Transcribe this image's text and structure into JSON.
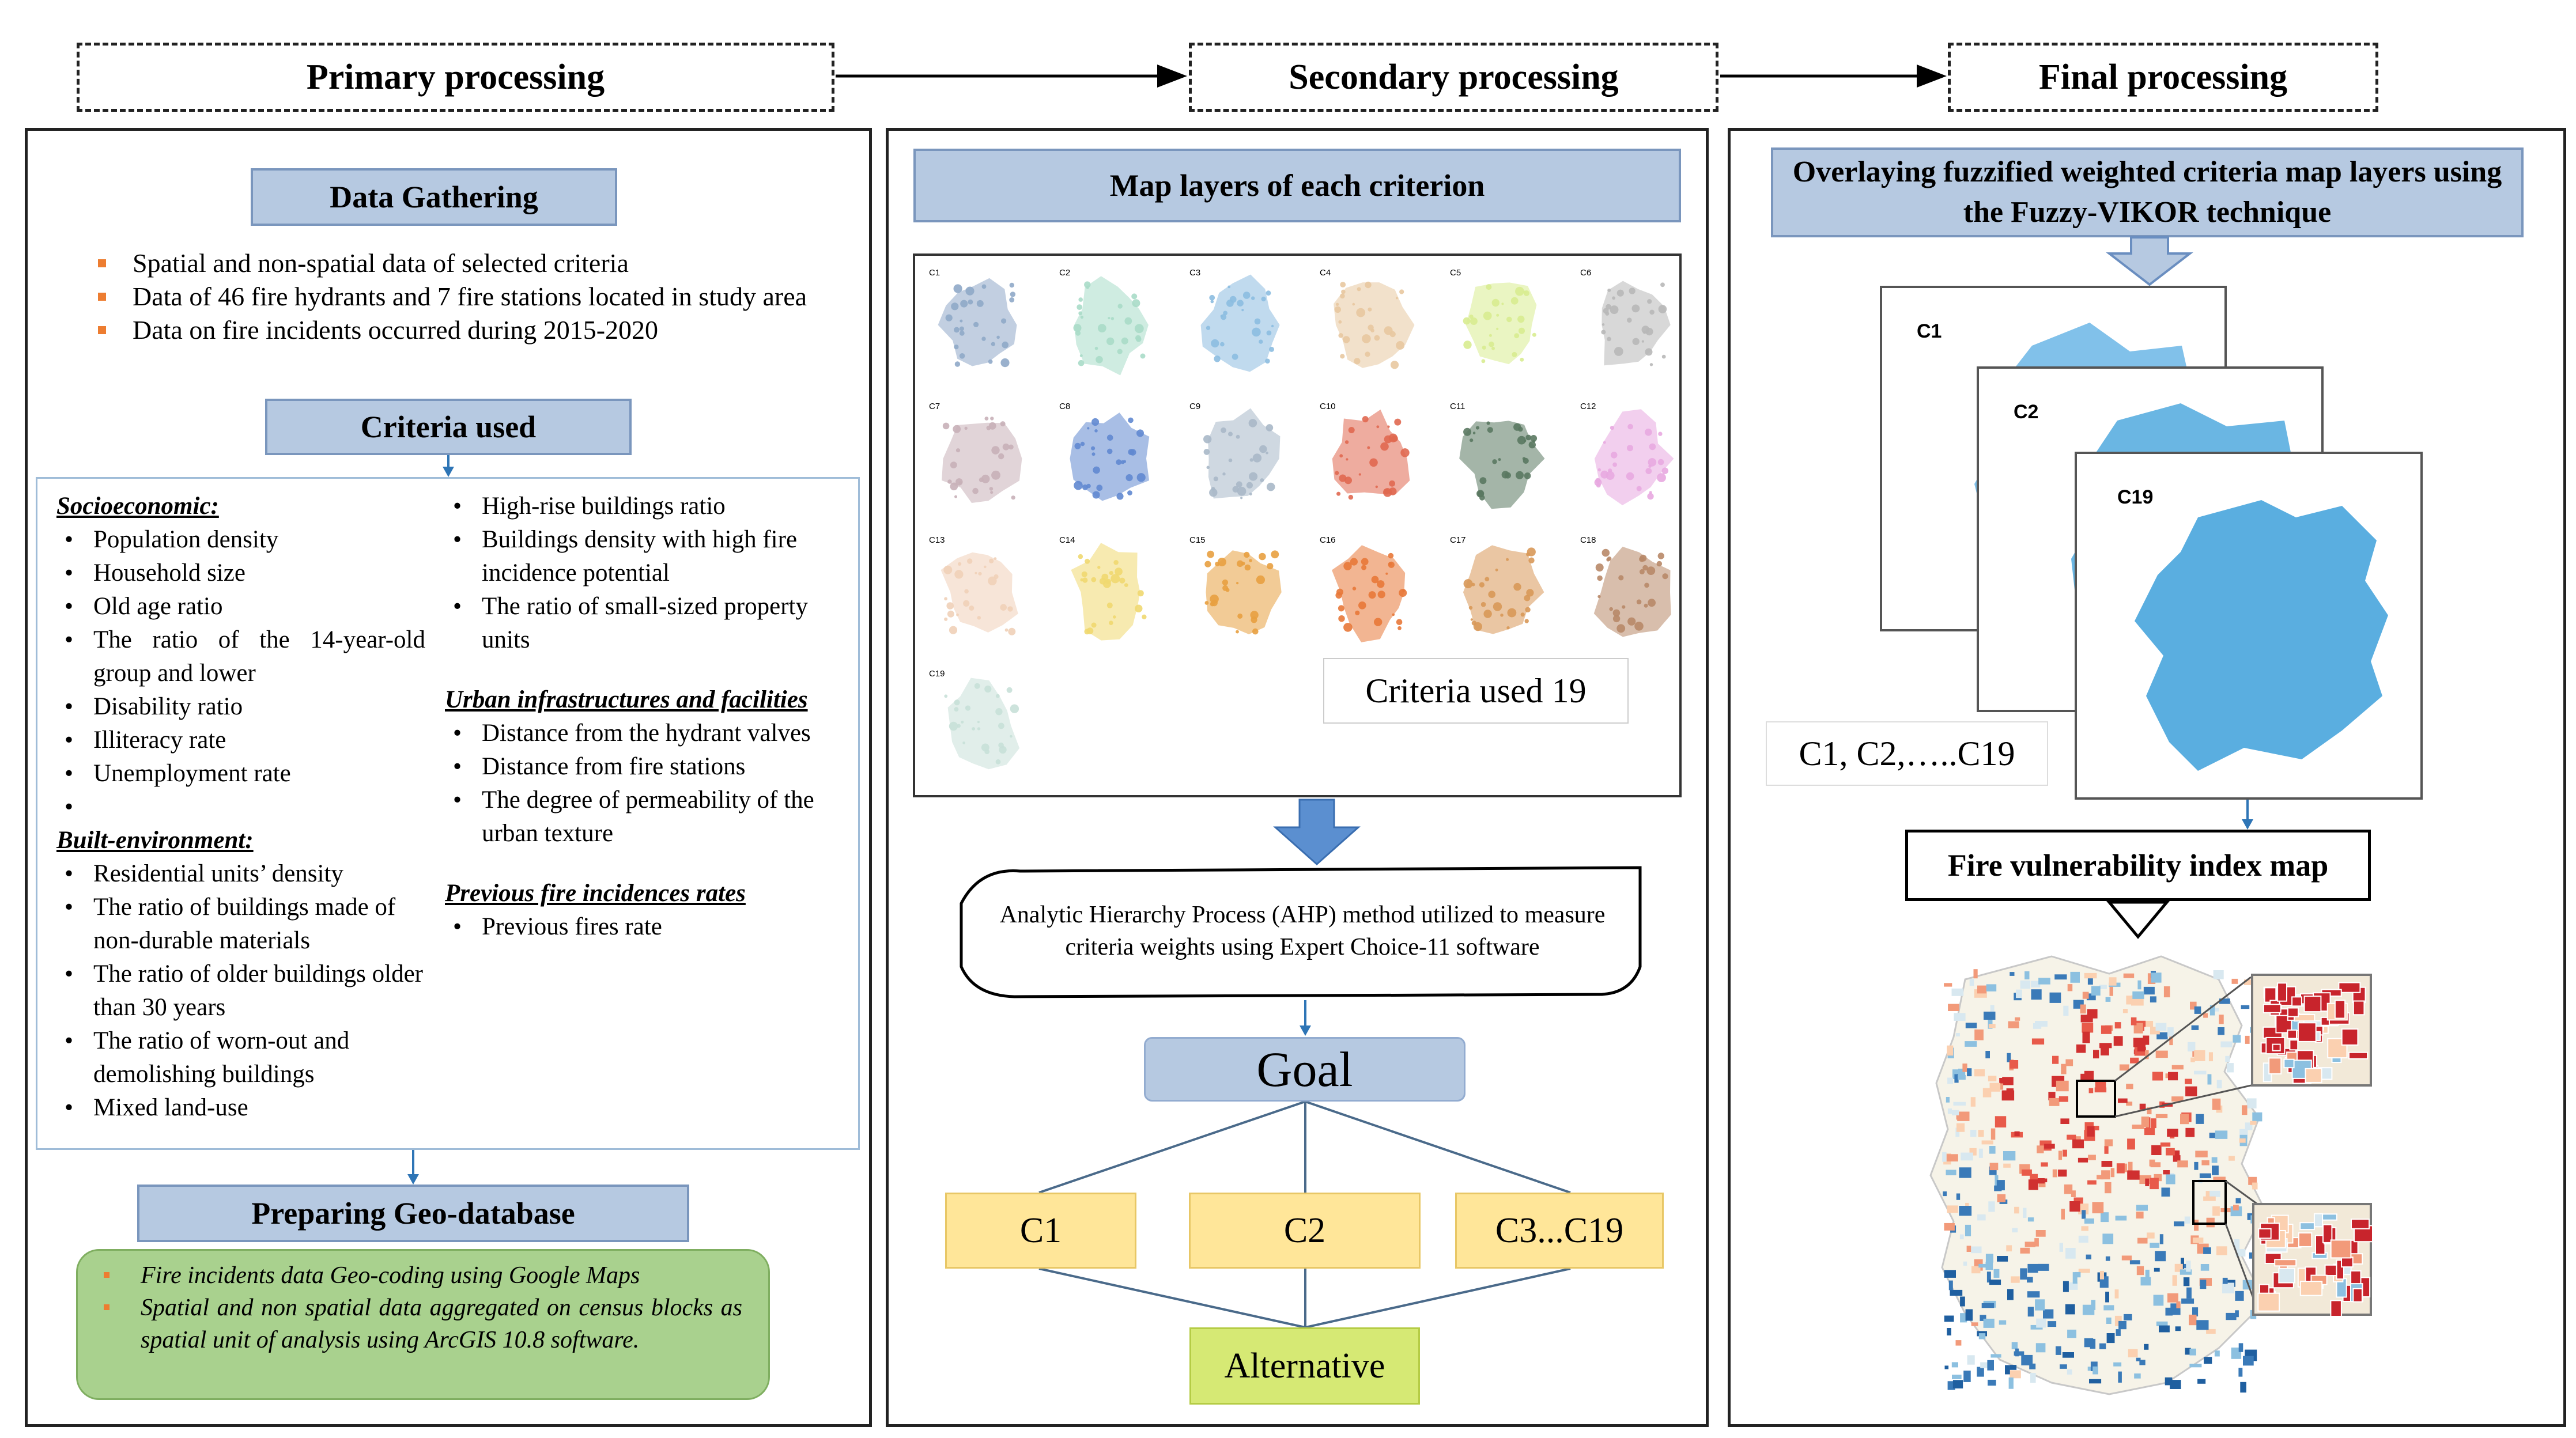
{
  "stages": {
    "primary": "Primary processing",
    "secondary": "Secondary processing",
    "final": "Final processing"
  },
  "primary": {
    "data_gathering_title": "Data Gathering",
    "data_items": [
      "Spatial and non-spatial data of selected criteria",
      "Data of 46 fire hydrants and 7 fire stations located in study area",
      "Data on  fire incidents occurred during 2015-2020"
    ],
    "criteria_title": "Criteria used",
    "socio_heading": "Socioeconomic:",
    "socio_items": [
      "Population density",
      "Household size",
      "Old age ratio",
      "The ratio of the 14-year-old group and lower",
      "Disability ratio",
      "Illiteracy rate",
      "Unemployment rate",
      ""
    ],
    "built_heading": "Built-environment:",
    "built_items": [
      " Residential units’ density",
      "The ratio of buildings made of non-durable materials",
      "The ratio of older buildings older than 30 years",
      "The ratio of worn-out and demolishing buildings",
      "Mixed land-use"
    ],
    "right_items": [
      "High-rise buildings ratio",
      "Buildings density with high fire incidence potential",
      "The ratio of small-sized property units"
    ],
    "urban_heading": "Urban infrastructures and facilities",
    "urban_items": [
      "Distance from the hydrant valves",
      "Distance from fire stations",
      "The degree of permeability of the urban texture"
    ],
    "prev_heading": "Previous fire incidences rates",
    "prev_items": [
      "Previous fires rate"
    ],
    "geodb_title": "Preparing Geo-database",
    "geodb_items": [
      "Fire incidents data Geo-coding using Google Maps",
      "Spatial and non spatial data aggregated on census blocks as spatial unit of analysis using ArcGIS 10.8 software."
    ]
  },
  "secondary": {
    "map_layers_title": "Map layers of each criterion",
    "map_labels": [
      "C1",
      "C2",
      "C3",
      "C4",
      "C5",
      "C6",
      "C7",
      "C8",
      "C9",
      "C10",
      "C11",
      "C12",
      "C13",
      "C14",
      "C15",
      "C16",
      "C17",
      "C18",
      "C19"
    ],
    "map_colors": [
      "#8fa8c8",
      "#a8dcc8",
      "#8cbce0",
      "#e8c8a0",
      "#d8ec90",
      "#b8b8b8",
      "#c8b0b8",
      "#6088d0",
      "#a8b8c8",
      "#e06850",
      "#5a7860",
      "#e8a8e0",
      "#f0d0b8",
      "#f0d870",
      "#e8a040",
      "#e87838",
      "#d89858",
      "#b88868",
      "#c8e0d8"
    ],
    "criteria_count": "Criteria used 19",
    "ahp_text": "Analytic Hierarchy Process (AHP)  method utilized to measure criteria weights using Expert Choice-11 software",
    "goal": "Goal",
    "c1": "C1",
    "c2": "C2",
    "c3": "C3...C19",
    "alternative": "Alternative"
  },
  "final": {
    "overlay_title": "Overlaying fuzzified weighted criteria map layers using the Fuzzy-VIKOR technique",
    "layer_labels": [
      "C1",
      "C2",
      "C19"
    ],
    "layers_caption": "C1, C2,…..C19",
    "vuln_title": "Fire vulnerability index map"
  },
  "colors": {
    "box_blue": "#b6c9e1",
    "arrow_blue": "#5b8fd0",
    "yellow": "#ffe699",
    "green": "#d6e974",
    "geodb_green": "#a9d18e",
    "bullet_orange": "#ed7d31",
    "map_blue": "#5aaee0",
    "map_red": "#d03030"
  }
}
